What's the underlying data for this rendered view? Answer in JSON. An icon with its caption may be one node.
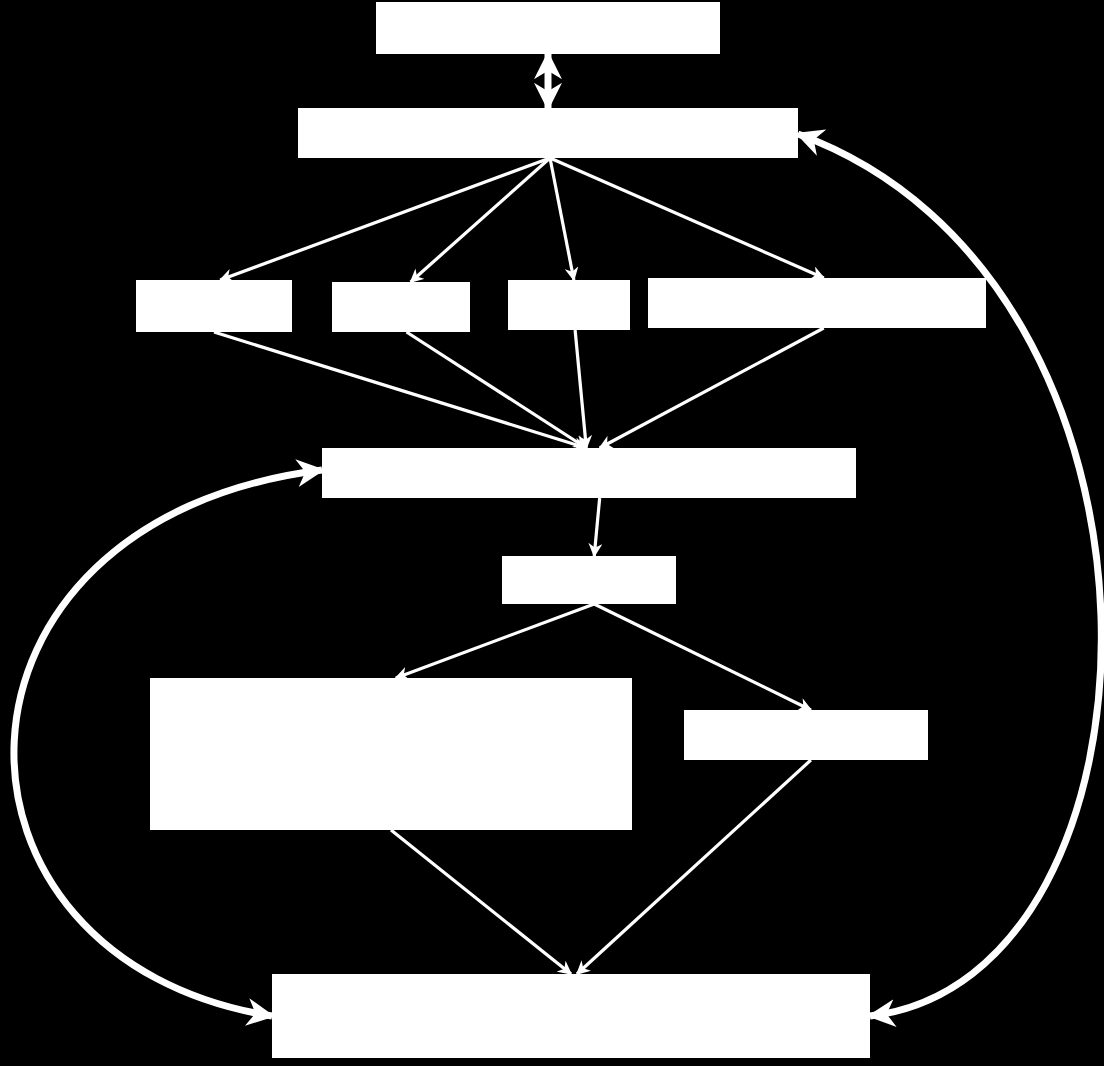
{
  "diagram": {
    "nodes": [
      {
        "text": [],
        "shape": "box"
      },
      {
        "text": [],
        "shape": "box"
      },
      {
        "text": [],
        "shape": "box"
      },
      {
        "text": [],
        "shape": "box"
      },
      {
        "text": [],
        "shape": "box"
      },
      {
        "text": [],
        "shape": "box"
      },
      {
        "text": [],
        "shape": "box"
      },
      {
        "text": [],
        "shape": "box"
      },
      {
        "text": [],
        "shape": "box"
      },
      {
        "text": [],
        "shape": "box"
      },
      {
        "text": [],
        "shape": "box"
      }
    ],
    "edges": [
      {
        "from": 0,
        "to": 1,
        "arrow": "both",
        "style": "thick"
      },
      {
        "from": 1,
        "to": 2,
        "arrow": "to"
      },
      {
        "from": 1,
        "to": 3,
        "arrow": "to"
      },
      {
        "from": 1,
        "to": 4,
        "arrow": "to"
      },
      {
        "from": 1,
        "to": 5,
        "arrow": "to"
      },
      {
        "from": 2,
        "to": 6,
        "arrow": "to"
      },
      {
        "from": 3,
        "to": 6,
        "arrow": "to"
      },
      {
        "from": 4,
        "to": 6,
        "arrow": "to"
      },
      {
        "from": 5,
        "to": 6,
        "arrow": "to"
      },
      {
        "from": 6,
        "to": 7,
        "arrow": "to"
      },
      {
        "from": 7,
        "to": 8,
        "arrow": "to"
      },
      {
        "from": 7,
        "to": 9,
        "arrow": "to"
      },
      {
        "from": 8,
        "to": 10,
        "arrow": "to"
      },
      {
        "from": 9,
        "to": 10,
        "arrow": "to"
      },
      {
        "from": 10,
        "to": 6,
        "arrow": "both",
        "style": "thick"
      },
      {
        "from": 10,
        "to": 1,
        "arrow": "both",
        "style": "thick"
      }
    ]
  }
}
